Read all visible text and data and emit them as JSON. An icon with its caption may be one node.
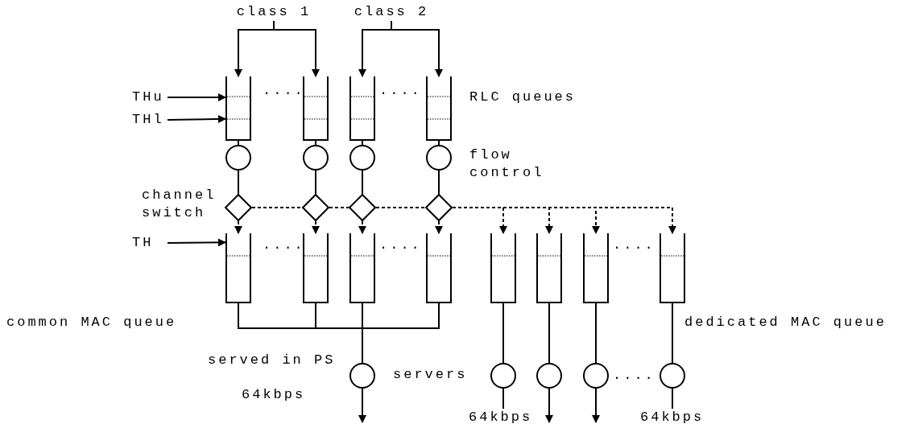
{
  "diagram": {
    "nodes": [
      {
        "text": [
          "class 1"
        ]
      },
      {
        "text": [
          "class 2"
        ]
      },
      {
        "text": [],
        "shape": "box"
      },
      {
        "text": [],
        "shape": "box"
      },
      {
        "text": [],
        "shape": "box"
      },
      {
        "text": [],
        "shape": "box"
      },
      {
        "text": [],
        "shape": "circle"
      },
      {
        "text": [],
        "shape": "circle"
      },
      {
        "text": [],
        "shape": "circle"
      },
      {
        "text": [],
        "shape": "circle"
      },
      {
        "text": [],
        "shape": "diamond"
      },
      {
        "text": [],
        "shape": "diamond"
      },
      {
        "text": [],
        "shape": "diamond"
      },
      {
        "text": [],
        "shape": "diamond"
      },
      {
        "text": [],
        "shape": "box"
      },
      {
        "text": [],
        "shape": "box"
      },
      {
        "text": [],
        "shape": "box"
      },
      {
        "text": [],
        "shape": "box"
      },
      {
        "text": [],
        "shape": "box"
      },
      {
        "text": [],
        "shape": "box"
      },
      {
        "text": [],
        "shape": "box"
      },
      {
        "text": [],
        "shape": "box"
      },
      {
        "text": [],
        "shape": "circle"
      },
      {
        "text": [],
        "shape": "circle"
      },
      {
        "text": [],
        "shape": "circle"
      },
      {
        "text": [],
        "shape": "circle"
      },
      {
        "text": [],
        "shape": "circle"
      },
      {
        "text": [
          "THu"
        ]
      },
      {
        "text": [
          "THl"
        ]
      },
      {
        "text": [
          "TH"
        ]
      }
    ],
    "edges": [
      {
        "from": 0,
        "to": 2,
        "arrow": "to"
      },
      {
        "from": 0,
        "to": 3,
        "arrow": "to"
      },
      {
        "from": 1,
        "to": 4,
        "arrow": "to"
      },
      {
        "from": 1,
        "to": 5,
        "arrow": "to"
      },
      {
        "from": 27,
        "to": 2,
        "arrow": "to"
      },
      {
        "from": 28,
        "to": 2,
        "arrow": "to"
      },
      {
        "from": 2,
        "to": 6,
        "arrow": "none"
      },
      {
        "from": 3,
        "to": 7,
        "arrow": "none"
      },
      {
        "from": 4,
        "to": 8,
        "arrow": "none"
      },
      {
        "from": 5,
        "to": 9,
        "arrow": "none"
      },
      {
        "from": 6,
        "to": 10,
        "arrow": "none"
      },
      {
        "from": 7,
        "to": 11,
        "arrow": "none"
      },
      {
        "from": 8,
        "to": 12,
        "arrow": "none"
      },
      {
        "from": 9,
        "to": 13,
        "arrow": "none"
      },
      {
        "from": 10,
        "to": 11,
        "arrow": "none",
        "style": "dashed"
      },
      {
        "from": 11,
        "to": 12,
        "arrow": "none",
        "style": "dashed"
      },
      {
        "from": 12,
        "to": 13,
        "arrow": "none",
        "style": "dashed"
      },
      {
        "from": 10,
        "to": 14,
        "arrow": "to",
        "style": "dashed"
      },
      {
        "from": 11,
        "to": 15,
        "arrow": "to",
        "style": "dashed"
      },
      {
        "from": 12,
        "to": 16,
        "arrow": "to",
        "style": "dashed"
      },
      {
        "from": 13,
        "to": 17,
        "arrow": "to",
        "style": "dashed"
      },
      {
        "from": 13,
        "to": 18,
        "arrow": "to",
        "style": "dashed"
      },
      {
        "from": 13,
        "to": 19,
        "arrow": "to",
        "style": "dashed"
      },
      {
        "from": 13,
        "to": 20,
        "arrow": "to",
        "style": "dashed"
      },
      {
        "from": 13,
        "to": 21,
        "arrow": "to",
        "style": "dashed"
      },
      {
        "from": 29,
        "to": 14,
        "arrow": "to"
      },
      {
        "from": 14,
        "to": 22,
        "arrow": "none"
      },
      {
        "from": 15,
        "to": 22,
        "arrow": "none"
      },
      {
        "from": 16,
        "to": 22,
        "arrow": "none"
      },
      {
        "from": 17,
        "to": 22,
        "arrow": "none"
      },
      {
        "from": 18,
        "to": 23,
        "arrow": "none"
      },
      {
        "from": 19,
        "to": 24,
        "arrow": "none"
      },
      {
        "from": 20,
        "to": 25,
        "arrow": "none"
      },
      {
        "from": 21,
        "to": 26,
        "arrow": "none"
      },
      {
        "from": 22,
        "to": null,
        "arrow": "to",
        "label": "64kbps"
      },
      {
        "from": 23,
        "to": null,
        "arrow": "to",
        "label": "64kbps"
      },
      {
        "from": 24,
        "to": null,
        "arrow": "to"
      },
      {
        "from": 25,
        "to": null,
        "arrow": "to"
      },
      {
        "from": 26,
        "to": null,
        "arrow": "to",
        "label": "64kbps"
      }
    ],
    "labels": [
      "....",
      "....",
      "RLC queues",
      "flow control",
      "channel switch",
      "....",
      "....",
      "....",
      "common MAC queue",
      "served in PS",
      "servers",
      "dedicated MAC queue",
      "...."
    ]
  }
}
